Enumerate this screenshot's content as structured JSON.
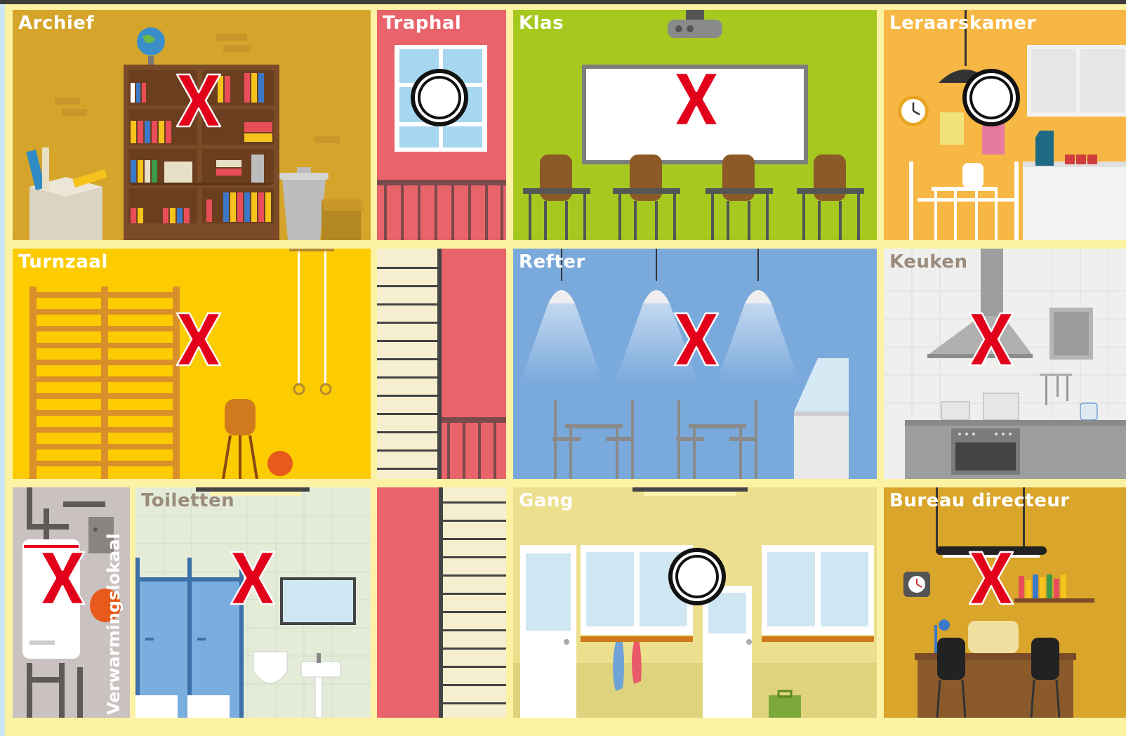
{
  "rooms": {
    "archief": "Archief",
    "traphal": "Traphal",
    "klas": "Klas",
    "leraarskamer": "Leraarskamer",
    "turnzaal": "Turnzaal",
    "refter": "Refter",
    "keuken": "Keuken",
    "verwarmingslokaal": "Verwarmingslokaal",
    "toiletten": "Toiletten",
    "gang": "Gang",
    "bureau_directeur": "Bureau directeur"
  },
  "marks": {
    "archief": "cross",
    "traphal": "circle",
    "klas": "cross",
    "leraarskamer": "circle",
    "turnzaal": "cross",
    "refter": "cross",
    "keuken": "cross",
    "verwarmingslokaal": "cross",
    "toiletten": "cross",
    "gang": "circle",
    "bureau_directeur": "cross"
  },
  "colors": {
    "cross": "#e3001b",
    "archief_bg": "#d4a52a",
    "traphal_bg": "#e9636b",
    "klas_bg": "#a6c81f",
    "leraarskamer_bg": "#f7b744",
    "turnzaal_bg": "#fccc00",
    "refter_bg": "#7aa9dc",
    "keuken_bg": "#efefed",
    "verwarming_bg": "#c9c2c0",
    "toiletten_bg": "#e4ecd8",
    "gang_bg": "#ecdf8e",
    "bureau_bg": "#d9a52a"
  }
}
